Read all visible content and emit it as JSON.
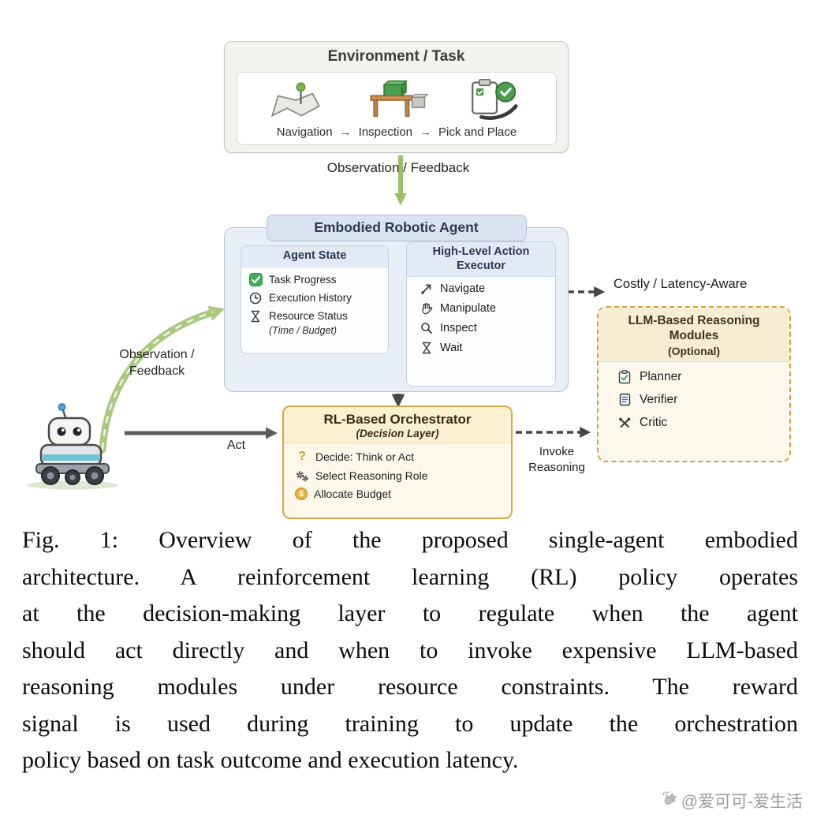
{
  "figure": {
    "environment": {
      "title": "Environment / Task",
      "arrow": "→",
      "tasks": [
        {
          "icon": "navigation-map-icon",
          "label": "Navigation"
        },
        {
          "icon": "inspection-table-icon",
          "label": "Inspection"
        },
        {
          "icon": "pick-and-place-icon",
          "label": "Pick and Place"
        }
      ]
    },
    "labels": {
      "observation_feedback_top": "Observation / Feedback",
      "observation_feedback_left": "Observation / Feedback",
      "act": "Act",
      "costly": "Costly / Latency-Aware",
      "invoke": "Invoke Reasoning"
    },
    "agent": {
      "title": "Embodied Robotic Agent",
      "state": {
        "title": "Agent State",
        "items": [
          {
            "icon": "task-progress-check-icon",
            "label": "Task Progress"
          },
          {
            "icon": "execution-history-clock-icon",
            "label": "Execution History"
          },
          {
            "icon": "resource-status-hourglass-icon",
            "label": "Resource Status",
            "note": "(Time / Budget)"
          }
        ]
      },
      "executor": {
        "title": "High-Level Action Executor",
        "items": [
          {
            "icon": "navigate-icon",
            "label": "Navigate"
          },
          {
            "icon": "manipulate-hand-icon",
            "label": "Manipulate"
          },
          {
            "icon": "inspect-magnifier-icon",
            "label": "Inspect"
          },
          {
            "icon": "wait-hourglass-icon",
            "label": "Wait"
          }
        ]
      }
    },
    "llm": {
      "title": "LLM-Based Reasoning Modules",
      "subtitle": "(Optional)",
      "items": [
        {
          "icon": "planner-clipboard-icon",
          "label": "Planner"
        },
        {
          "icon": "verifier-document-icon",
          "label": "Verifier"
        },
        {
          "icon": "critic-tools-icon",
          "label": "Critic"
        }
      ]
    },
    "orchestrator": {
      "title": "RL-Based Orchestrator",
      "subtitle": "(Decision Layer)",
      "items": [
        {
          "icon": "question-icon",
          "glyph": "?",
          "label": "Decide: Think or Act"
        },
        {
          "icon": "gears-icon",
          "label": "Select Reasoning Role"
        },
        {
          "icon": "budget-coin-icon",
          "glyph": "$",
          "label": "Allocate Budget"
        }
      ]
    }
  },
  "caption": {
    "lines": [
      "Fig. 1: Overview of the proposed single-agent embodied",
      "architecture. A reinforcement learning (RL) policy operates",
      "at the decision-making layer to regulate when the agent",
      "should act directly and when to invoke expensive LLM-based",
      "reasoning modules under resource constraints. The reward",
      "signal is used during training to update the orchestration",
      "policy based on task outcome and execution latency."
    ]
  },
  "watermark": {
    "text": "@爱可可-爱生活"
  }
}
